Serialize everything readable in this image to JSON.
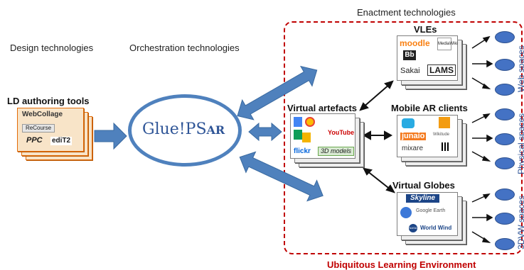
{
  "labels": {
    "design": "Design technologies",
    "orchestration": "Orchestration technologies",
    "enactment": "Enactment technologies",
    "ld_tools": "LD authoring tools",
    "vles": "VLEs",
    "virtual_artefacts": "Virtual artefacts",
    "mobile_ar": "Mobile AR clients",
    "virtual_globes": "Virtual Globes",
    "ule": "Ubiquitous Learning Environment"
  },
  "spaces": {
    "web": "Web spaces",
    "physical": "Physical spaces",
    "threed": "3DVW spaces"
  },
  "logos": {
    "ld": [
      "WebCollage",
      "ReCourse",
      "PPC",
      "ediT2"
    ],
    "glue_a": "Glue!",
    "glue_b": "PS",
    "glue_c": "AR",
    "vle": [
      "moodle",
      "Bb",
      "Sakai",
      "LAMS",
      "MediaWiki"
    ],
    "artefacts": [
      "YouTube",
      "flickr",
      "3D models"
    ],
    "ar": [
      "junaio",
      "mixare",
      "Wikitude"
    ],
    "globes": [
      "Skyline",
      "Google Earth",
      "World Wind",
      "NASA"
    ]
  },
  "colors": {
    "arrow_blue": "#4f81bd",
    "ld_card": "#f8e4c8",
    "ld_border": "#e36c09",
    "env_border": "#c00000",
    "ellipse": "#4472c4"
  }
}
